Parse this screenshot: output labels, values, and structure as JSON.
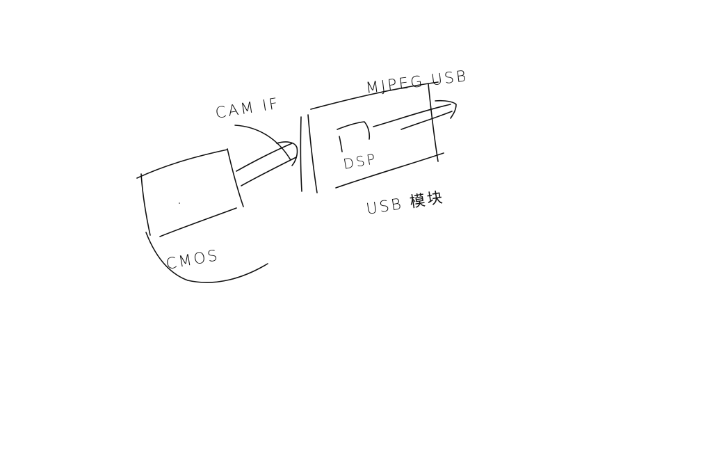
{
  "diagram": {
    "labels": {
      "cam_if": "CAM IF",
      "cmos": "CMOS",
      "mjpeg_usb": "MJPEG USB",
      "dsp": "DSP",
      "usb_module": "USB 模块"
    },
    "ink_color": "#111111",
    "background_color": "#ffffff"
  }
}
